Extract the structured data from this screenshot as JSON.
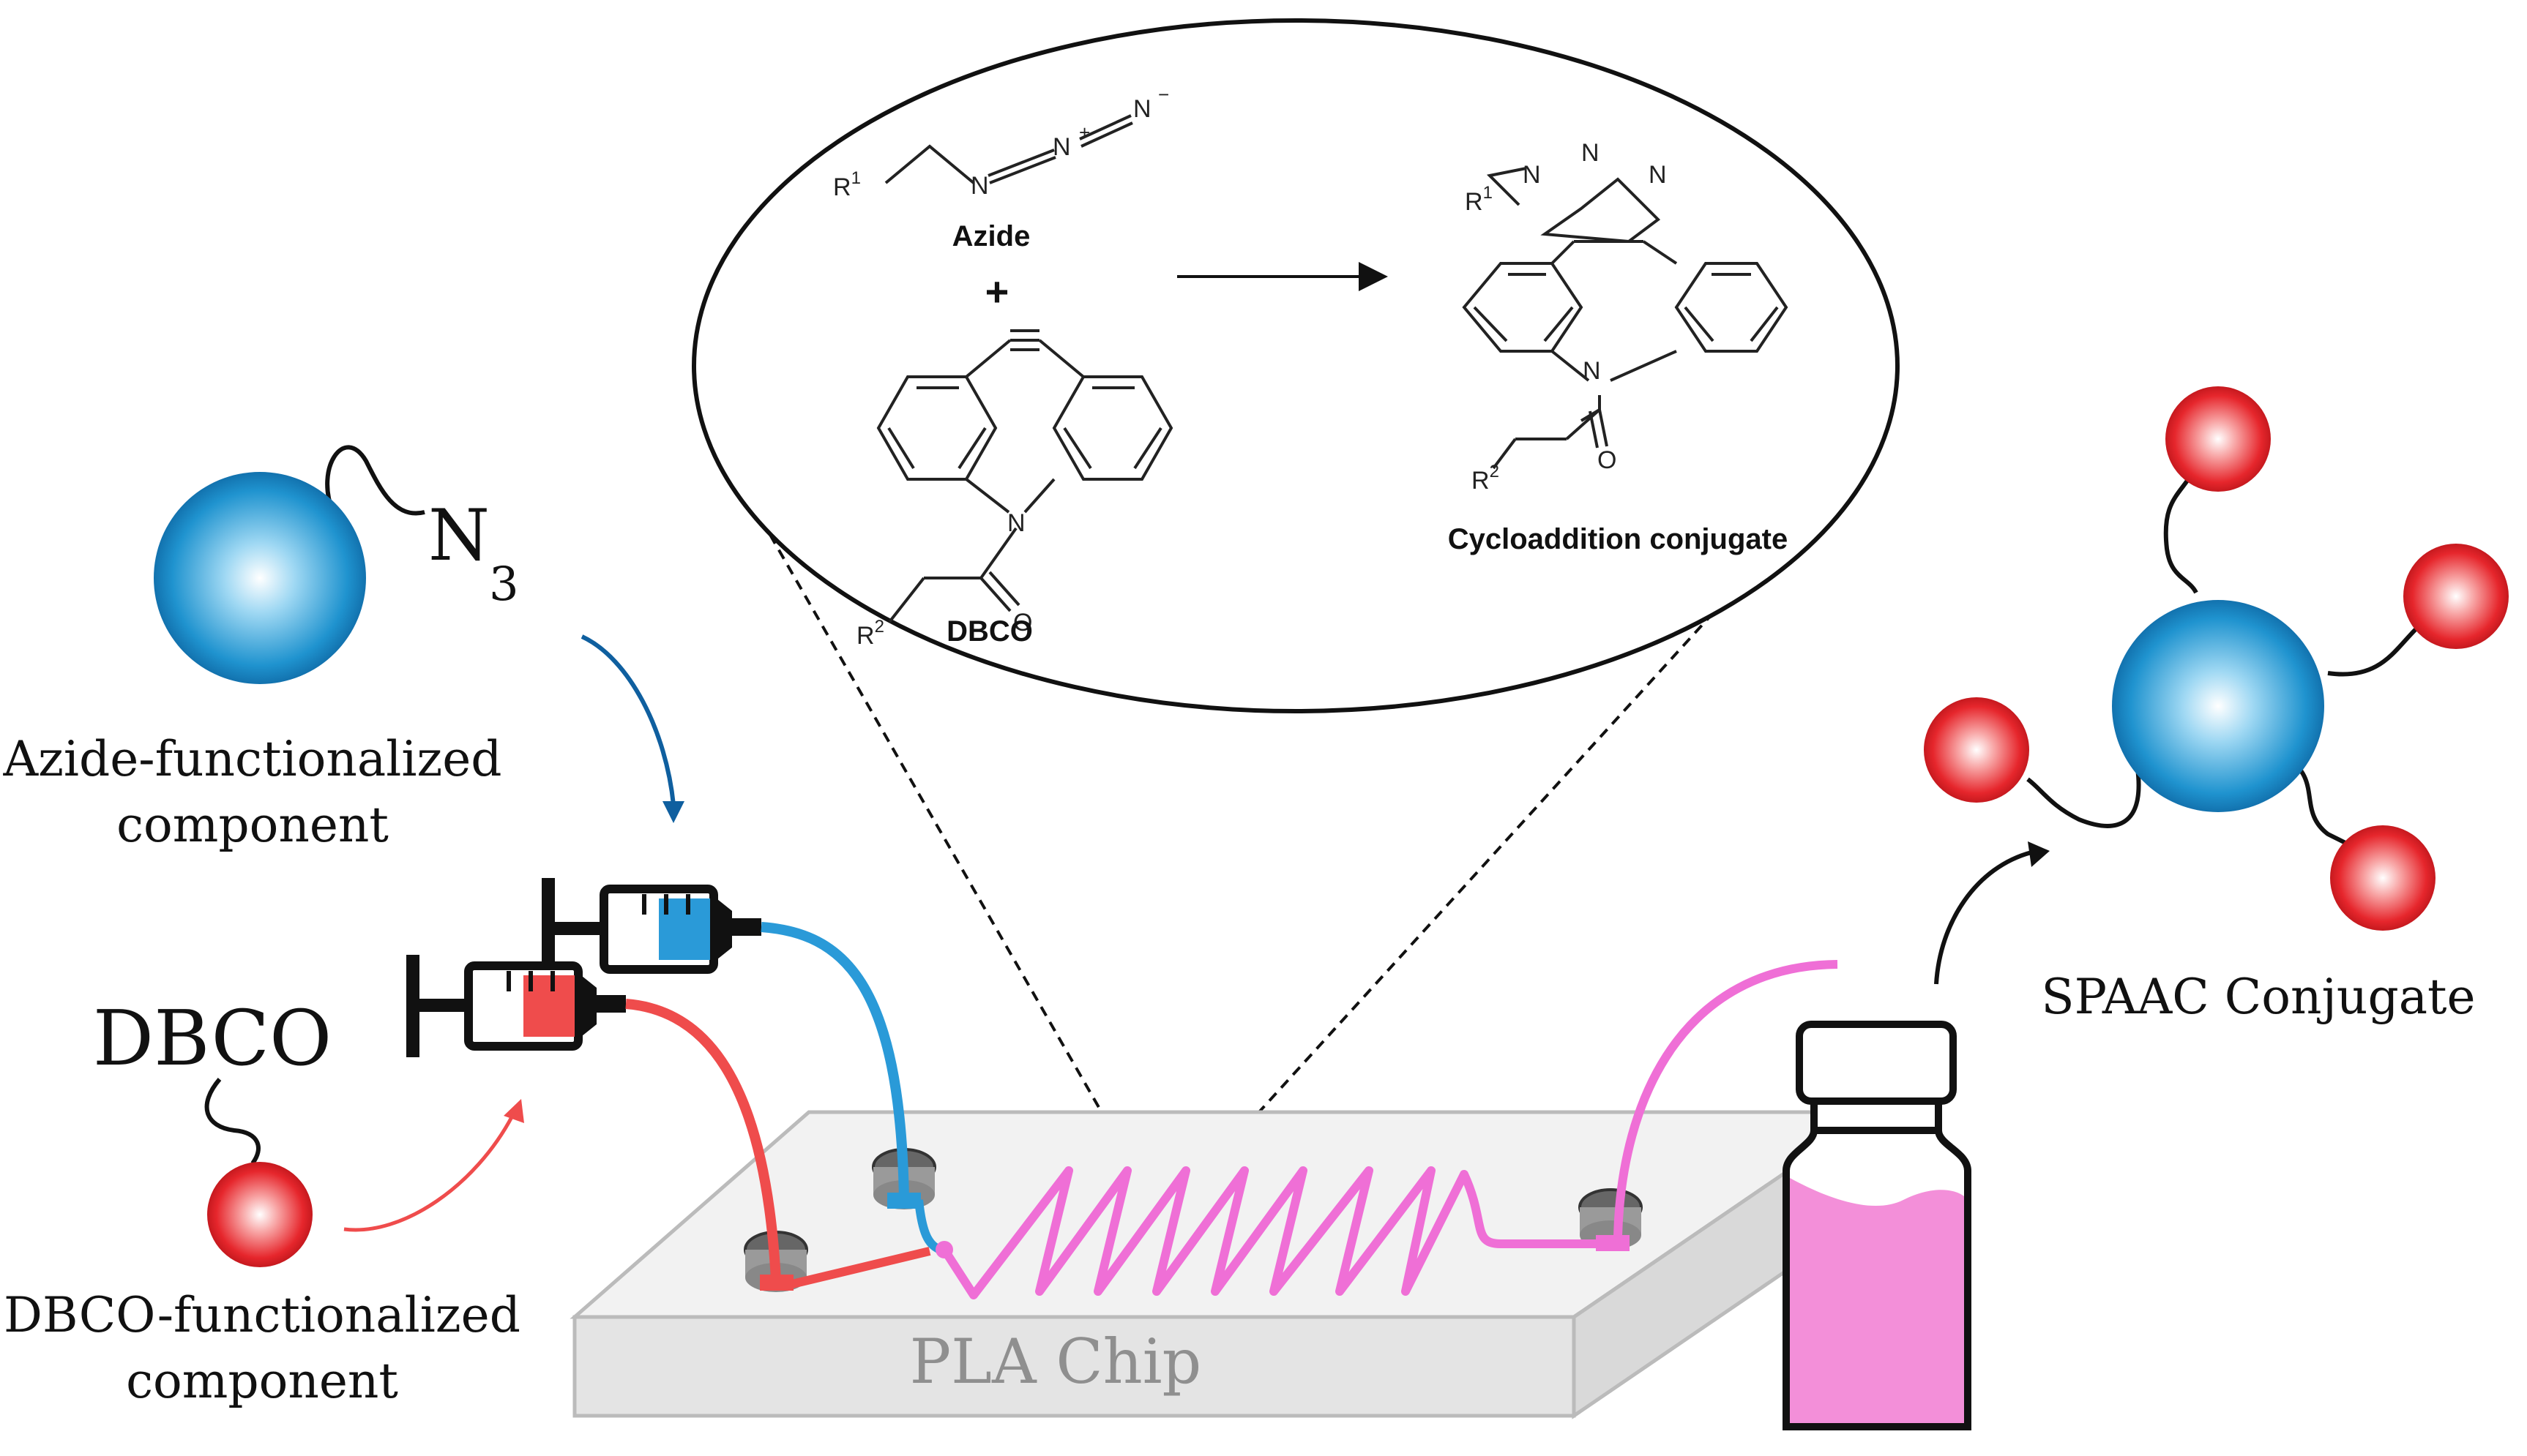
{
  "left_panel": {
    "azide_group": "N",
    "azide_subscript": "3",
    "azide_caption_line1": "Azide-functionalized",
    "azide_caption_line2": "component",
    "dbco_label": "DBCO",
    "dbco_caption_line1": "DBCO-functionalized",
    "dbco_caption_line2": "component"
  },
  "reaction": {
    "azide_name": "Azide",
    "plus": "+",
    "dbco_name": "DBCO",
    "product_name": "Cycloaddition conjugate",
    "r1": "R",
    "r1_sup": "1",
    "r2": "R",
    "r2_sup": "2",
    "atom_n": "N",
    "atom_o": "O",
    "n_plus": "+",
    "n_minus": "−"
  },
  "chip": {
    "label": "PLA Chip"
  },
  "product": {
    "label": "SPAAC Conjugate"
  },
  "colors": {
    "blue_sphere": "#1a8fc9",
    "red_sphere": "#e8262c",
    "blue_line": "#2a9ad8",
    "red_line": "#ef4c4c",
    "pink_line": "#ef6fd6",
    "vial_liquid": "#f38fd9",
    "chip_top": "#f4f4f4",
    "chip_front": "#e2e2e2"
  }
}
